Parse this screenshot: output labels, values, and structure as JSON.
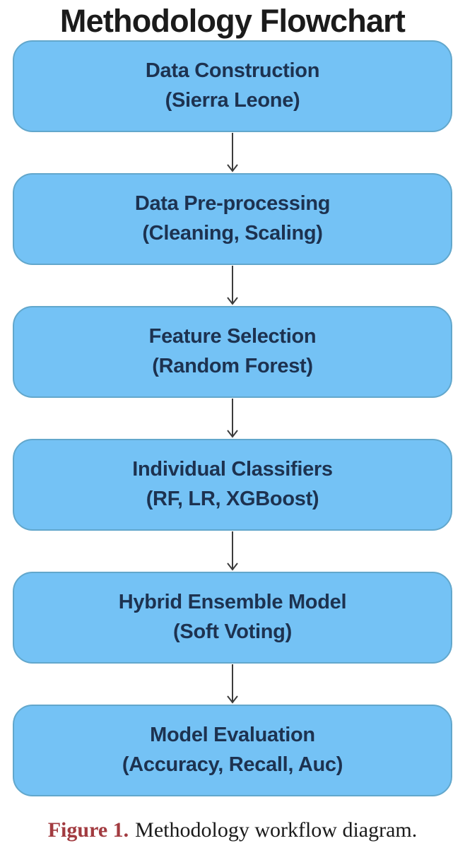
{
  "title": "Methodology Flowchart",
  "flowchart": {
    "steps": [
      {
        "label": "Data Construction",
        "sublabel": "(Sierra Leone)"
      },
      {
        "label": "Data Pre-processing",
        "sublabel": "(Cleaning, Scaling)"
      },
      {
        "label": "Feature Selection",
        "sublabel": "(Random Forest)"
      },
      {
        "label": "Individual Classifiers",
        "sublabel": "(RF, LR, XGBoost)"
      },
      {
        "label": "Hybrid Ensemble Model",
        "sublabel": "(Soft Voting)"
      },
      {
        "label": "Model Evaluation",
        "sublabel": "(Accuracy, Recall, Auc)"
      }
    ],
    "colors": {
      "box_fill": "#74c2f5",
      "box_border": "#62a7cc",
      "box_text": "#1d3250",
      "arrow": "#3c3c3c"
    }
  },
  "caption": {
    "label": "Figure 1.",
    "text": "Methodology workflow diagram.",
    "label_color": "#a23b40"
  }
}
